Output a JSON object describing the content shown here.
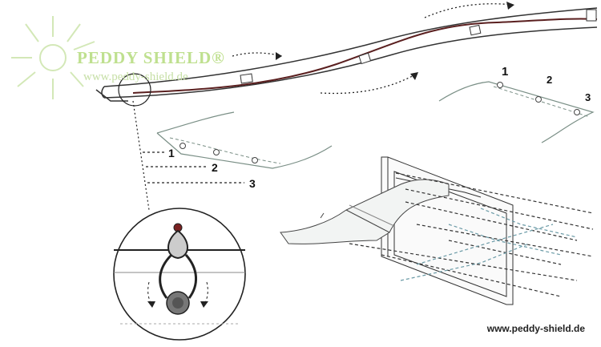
{
  "watermark": {
    "brand": "PEDDY SHIELD",
    "trademark": "®",
    "url": "www.peddy-shield.de"
  },
  "footer": {
    "url": "www.peddy-shield.de"
  },
  "callouts": {
    "top_right": [
      "1",
      "2",
      "3"
    ],
    "left": [
      "1",
      "2",
      "3"
    ]
  },
  "colors": {
    "cable": "#5a1f1f",
    "line": "#333333",
    "panel": "#7a8f86",
    "dashed_blue": "#6a9aa6",
    "watermark": "#bfe08f"
  }
}
